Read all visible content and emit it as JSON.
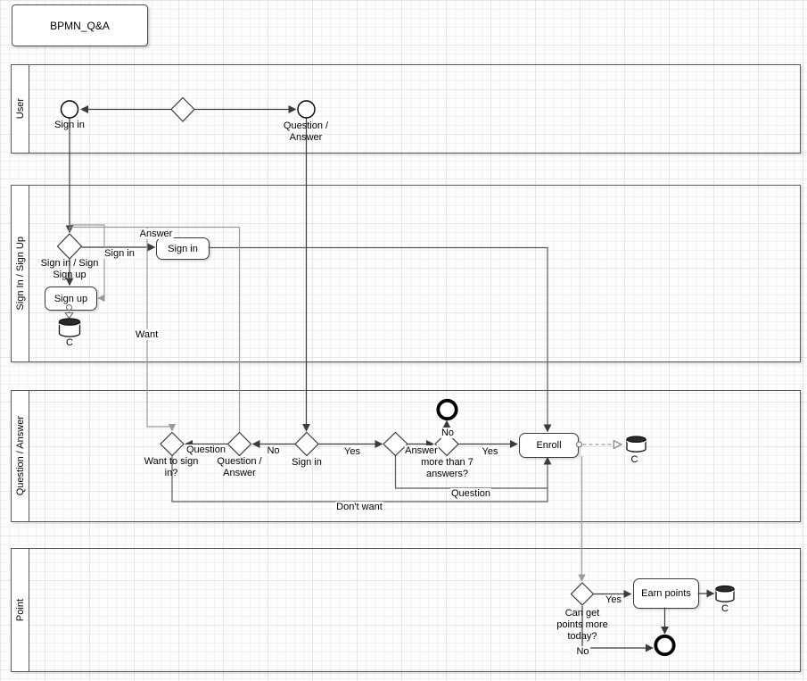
{
  "title": "BPMN_Q&A",
  "lanes": [
    {
      "name": "User"
    },
    {
      "name": "Sign In / Sign Up"
    },
    {
      "name": "Question / Answer"
    },
    {
      "name": "Point"
    }
  ],
  "nodes": {
    "start_sign_in": {
      "type": "start-event",
      "label": "Sign in"
    },
    "event_question_answer": {
      "type": "event",
      "label": "Question /\nAnswer"
    },
    "gateway_sign_in_sign_up": {
      "type": "gateway",
      "label": "Sign in / Sign\nSign up"
    },
    "task_sign_in": {
      "type": "task",
      "label": "Sign in"
    },
    "task_sign_up": {
      "type": "task",
      "label": "Sign up"
    },
    "datastore_sign_up": {
      "type": "datastore",
      "label": "C"
    },
    "gateway_want_to_sign_in": {
      "type": "gateway",
      "label": "Want to sign\nin?"
    },
    "gateway_question_answer": {
      "type": "gateway",
      "label": "Question /\nAnswer"
    },
    "gateway_sign_in": {
      "type": "gateway",
      "label": "Sign in"
    },
    "gateway_more_than_7": {
      "type": "gateway",
      "label": "more than 7\nanswers?"
    },
    "task_enroll": {
      "type": "task",
      "label": "Enroll"
    },
    "datastore_enroll": {
      "type": "datastore",
      "label": "C"
    },
    "gateway_can_get_points": {
      "type": "gateway",
      "label": "Can get\npoints more\ntoday?"
    },
    "task_earn_points": {
      "type": "task",
      "label": "Earn points"
    },
    "datastore_points": {
      "type": "datastore",
      "label": "C"
    }
  },
  "edge_labels": {
    "answer_top": "Answer",
    "sign_in": "Sign in",
    "want": "Want",
    "question": "Question",
    "no_signed_in": "No",
    "yes_signed_in": "Yes",
    "answer": "Answer",
    "no_answers": "No",
    "yes_answers": "Yes",
    "question_route": "Question",
    "dont_want": "Don't want",
    "yes_points": "Yes",
    "no_points": "No"
  },
  "colors": {
    "shape_stroke": "#3b3b3b",
    "edge_dark": "#3b3b3b",
    "edge_light": "#9a9a9a",
    "shape_fill": "#ffffff",
    "datastore_top": "#2b2b2b"
  }
}
